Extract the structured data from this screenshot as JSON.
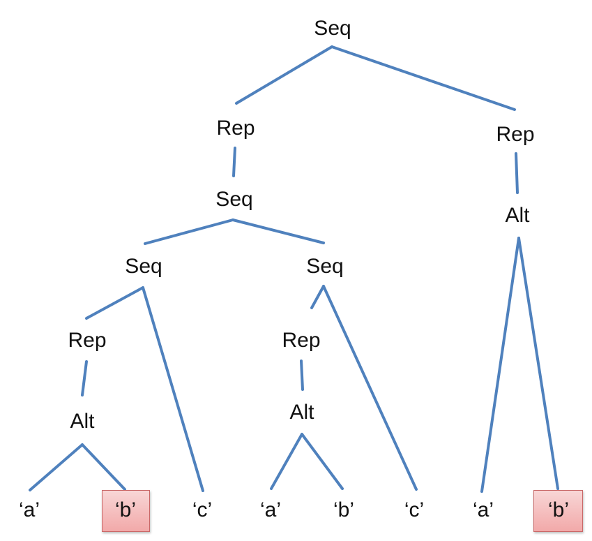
{
  "colors": {
    "edge": "#4f81bd",
    "highlight": "#f4b6b6"
  },
  "tree": {
    "root_seq": "Seq",
    "rep_left": "Rep",
    "rep_right": "Rep",
    "seq_mid": "Seq",
    "alt_right": "Alt",
    "seq_left": "Seq",
    "seq_right": "Seq",
    "rep_ll": "Rep",
    "rep_rl": "Rep",
    "alt_ll": "Alt",
    "alt_rl": "Alt",
    "leaves": [
      "‘a’",
      "‘b’",
      "‘c’",
      "‘a’",
      "‘b’",
      "‘c’",
      "‘a’",
      "‘b’"
    ]
  }
}
